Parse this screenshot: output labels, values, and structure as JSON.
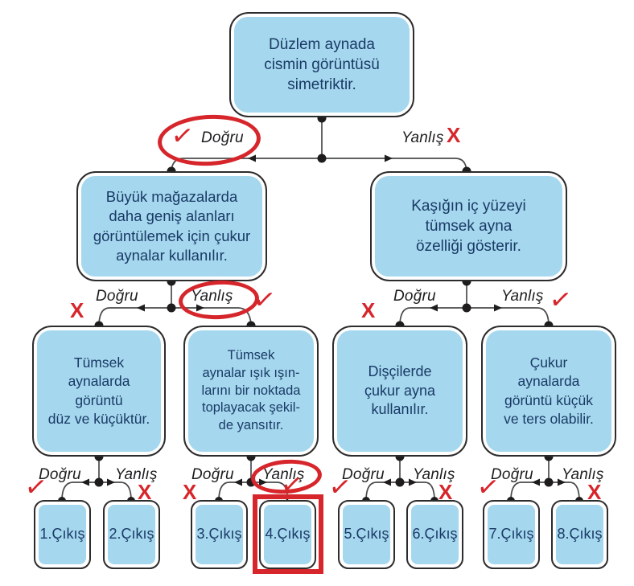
{
  "colors": {
    "box_fill": "#a5d8ee",
    "box_border": "#2c2c2e",
    "box_text": "#1a3a66",
    "connector_line": "#4b4b4d",
    "junction_dot": "#1e1c1d",
    "annotation_red": "#d6262b"
  },
  "nodes": {
    "root": "Düzlem aynada\ncismin görüntüsü\nsimetriktir.",
    "level1_left": "Büyük mağazalarda\ndaha geniş alanları\ngörüntülemek için çukur\naynalar kullanılır.",
    "level1_right": "Kaşığın iç yüzeyi\ntümsek ayna\nözelliği gösterir.",
    "level2_1": "Tümsek\naynalarda\ngörüntü\ndüz ve küçüktür.",
    "level2_2": "Tümsek\naynalar ışık ışın-\nlarını bir noktada\ntoplayacak şekil-\nde yansıtır.",
    "level2_3": "Dişçilerde\nçukur ayna\nkullanılır.",
    "level2_4": "Çukur\naynalarda\ngörüntü küçük\nve ters olabilir."
  },
  "exits": [
    {
      "number": "1.",
      "label": "Çıkış",
      "highlighted": false
    },
    {
      "number": "2.",
      "label": "Çıkış",
      "highlighted": false
    },
    {
      "number": "3.",
      "label": "Çıkış",
      "highlighted": false
    },
    {
      "number": "4.",
      "label": "Çıkış",
      "highlighted": true
    },
    {
      "number": "5.",
      "label": "Çıkış",
      "highlighted": false
    },
    {
      "number": "6.",
      "label": "Çıkış",
      "highlighted": false
    },
    {
      "number": "7.",
      "label": "Çıkış",
      "highlighted": false
    },
    {
      "number": "8.",
      "label": "Çıkış",
      "highlighted": false
    }
  ],
  "branches": [
    {
      "id": "root",
      "left_label": "Doğru",
      "left_mark": "✓",
      "left_circled": true,
      "right_label": "Yanlış",
      "right_mark": "X",
      "right_circled": false
    },
    {
      "id": "level1-left",
      "left_label": "Doğru",
      "left_mark": "X",
      "left_circled": false,
      "right_label": "Yanlış",
      "right_mark": "✓",
      "right_circled": true
    },
    {
      "id": "level1-right",
      "left_label": "Doğru",
      "left_mark": "X",
      "left_circled": false,
      "right_label": "Yanlış",
      "right_mark": "✓",
      "right_circled": false
    },
    {
      "id": "group-1",
      "left_label": "Doğru",
      "left_mark": "✓",
      "left_circled": false,
      "right_label": "Yanlış",
      "right_mark": "X",
      "right_circled": false
    },
    {
      "id": "group-2",
      "left_label": "Doğru",
      "left_mark": "X",
      "left_circled": false,
      "right_label": "Yanlış",
      "right_mark": "✓",
      "right_circled": true
    },
    {
      "id": "group-3",
      "left_label": "Doğru",
      "left_mark": "✓",
      "left_circled": false,
      "right_label": "Yanlış",
      "right_mark": "X",
      "right_circled": false
    },
    {
      "id": "group-4",
      "left_label": "Doğru",
      "left_mark": "✓",
      "left_circled": false,
      "right_label": "Yanlış",
      "right_mark": "X",
      "right_circled": false
    }
  ]
}
